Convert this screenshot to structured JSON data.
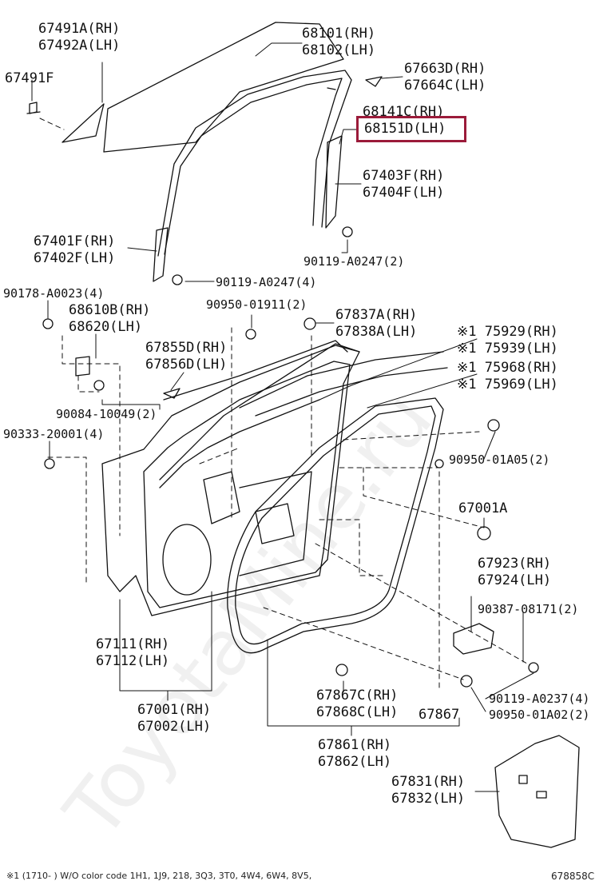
{
  "watermark": "ToyotaMine.ru",
  "highlighted_part": "68151D(LH)",
  "labels": {
    "l67491A": "67491A(RH)",
    "l67492A": "67492A(LH)",
    "l67491F": "67491F",
    "l68101": "68101(RH)",
    "l68102": "68102(LH)",
    "l67663D": "67663D(RH)",
    "l67664C": "67664C(LH)",
    "l68141C": "68141C(RH)",
    "l68151D": "68151D(LH)",
    "l67403F": "67403F(RH)",
    "l67404F": "67404F(LH)",
    "l90119_A0247_2": "90119-A0247(2)",
    "l67401F": "67401F(RH)",
    "l67402F": "67402F(LH)",
    "l90119_A0247_4": "90119-A0247(4)",
    "l90178": "90178-A0023(4)",
    "l68610B": "68610B(RH)",
    "l68620": "68620(LH)",
    "l90950_01911": "90950-01911(2)",
    "l67837A": "67837A(RH)",
    "l67838A": "67838A(LH)",
    "l67855D": "67855D(RH)",
    "l67856D": "67856D(LH)",
    "l75929": "※1 75929(RH)",
    "l75939": "※1 75939(LH)",
    "l75968": "※1 75968(RH)",
    "l75969": "※1 75969(LH)",
    "l90084": "90084-10049(2)",
    "l90333": "90333-20001(4)",
    "l90950_01A05": "90950-01A05(2)",
    "l67001A": "67001A",
    "l67923": "67923(RH)",
    "l67924": "67924(LH)",
    "l90387": "90387-08171(2)",
    "l67111": "67111(RH)",
    "l67112": "67112(LH)",
    "l90119_A0237": "90119-A0237(4)",
    "l67867C": "67867C(RH)",
    "l67868C": "67868C(LH)",
    "l67867": "67867",
    "l90950_01A02": "90950-01A02(2)",
    "l67001": "67001(RH)",
    "l67002": "67002(LH)",
    "l67861": "67861(RH)",
    "l67862": "67862(LH)",
    "l67831": "67831(RH)",
    "l67832": "67832(LH)"
  },
  "footnote": "※1 (1710-      ) W/O color code 1H1, 1J9, 218, 3Q3, 3T0, 4W4, 6W4, 8V5,",
  "figure_code": "678858C"
}
